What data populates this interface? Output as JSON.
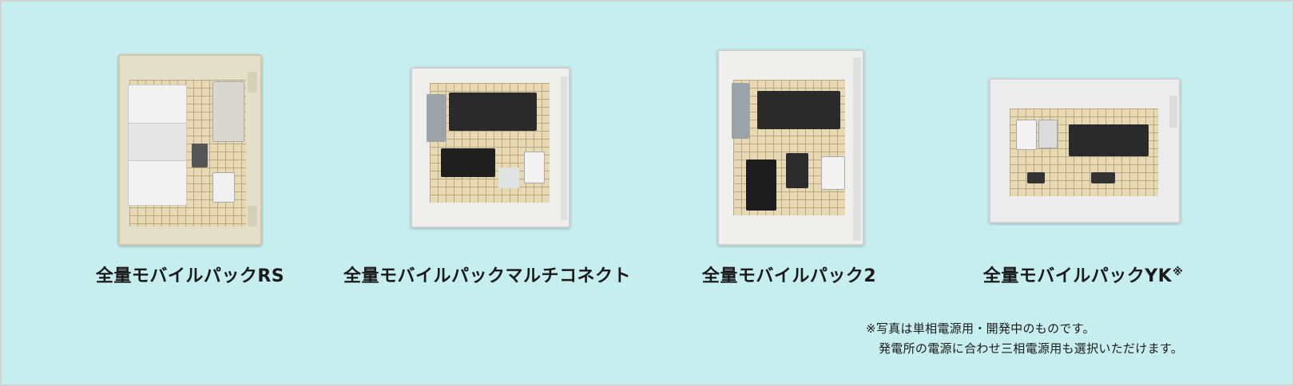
{
  "products": [
    {
      "name": "全量モバイルパックRS",
      "image_alt": "RS enclosure"
    },
    {
      "name": "全量モバイルパックマルチコネクト",
      "image_alt": "Multi-connect enclosure"
    },
    {
      "name": "全量モバイルパック2",
      "image_alt": "Pack 2 enclosure"
    },
    {
      "name": "全量モバイルパックYK",
      "mark": "※",
      "image_alt": "YK enclosure"
    }
  ],
  "note": {
    "line1": "※写真は単相電源用・開発中のものです。",
    "line2": "発電所の電源に合わせ三相電源用も選択いただけます。"
  },
  "colors": {
    "background": "#c6eeee",
    "border": "#d3d3d3"
  }
}
